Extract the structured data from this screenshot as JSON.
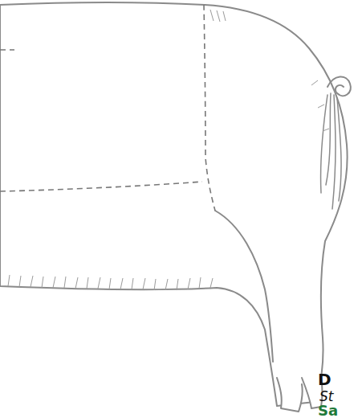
{
  "diagram": {
    "labels": [
      "D",
      "St",
      "Sa"
    ]
  }
}
